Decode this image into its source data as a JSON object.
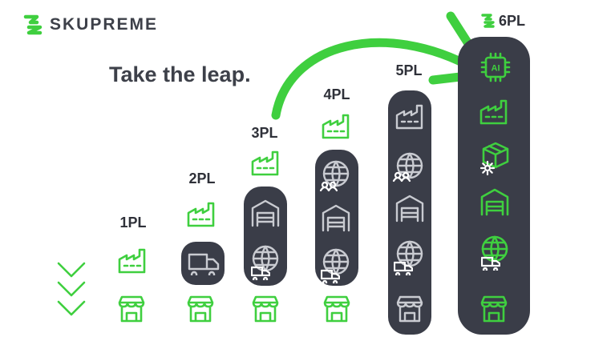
{
  "brand": {
    "name": "SKUPREME",
    "accent": "#3fcf3f",
    "dark": "#3a3d48"
  },
  "tagline": "Take the leap.",
  "levels": [
    {
      "label": "1PL"
    },
    {
      "label": "2PL"
    },
    {
      "label": "3PL"
    },
    {
      "label": "4PL"
    },
    {
      "label": "5PL"
    },
    {
      "label": "6PL"
    }
  ],
  "icons": {
    "store": "store-icon",
    "factory": "factory-icon",
    "truck": "truck-icon",
    "warehouse": "warehouse-icon",
    "globe": "globe-icon",
    "people": "people-icon",
    "box": "box-icon",
    "gear": "gear-icon",
    "ai": "ai-chip-icon",
    "chevrons": "chevron-down-icon",
    "arrow": "curved-arrow-icon"
  },
  "ai_chip_label": "AI"
}
